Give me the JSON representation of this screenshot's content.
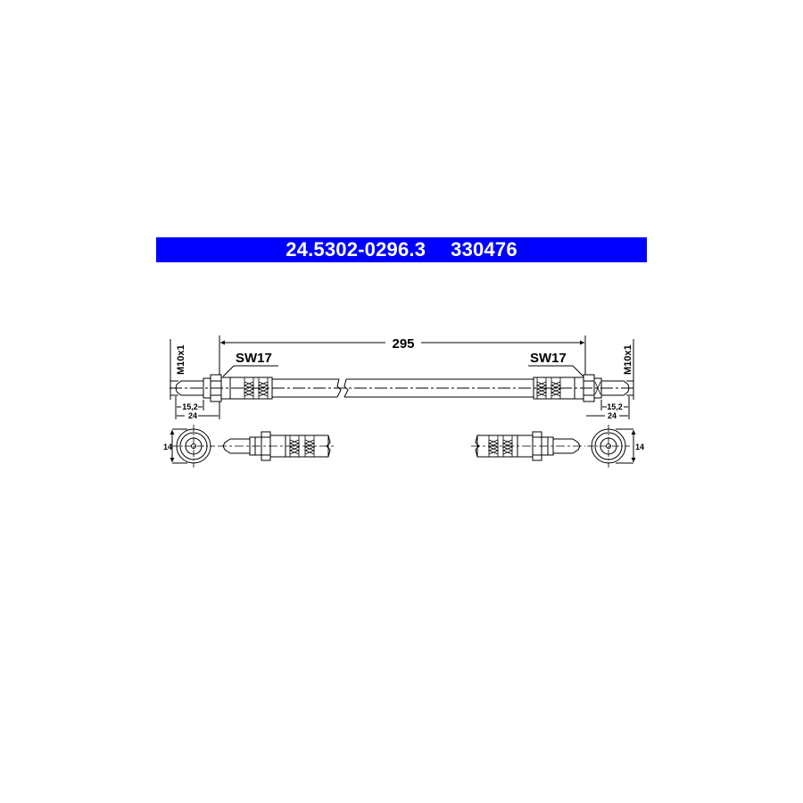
{
  "header": {
    "part_number": "24.5302-0296.3",
    "ref_number": "330476",
    "background_color": "#0000ff",
    "text_color": "#ffffff"
  },
  "drawing": {
    "type": "brake-hose-technical-drawing",
    "overall_length": "295",
    "left_end": {
      "wrench_size": "SW17",
      "thread": "M10x1",
      "dim_inner": "15,2",
      "dim_outer": "24",
      "diameter": "14"
    },
    "right_end": {
      "wrench_size": "SW17",
      "thread": "M10x1",
      "dim_inner": "15,2",
      "dim_outer": "24",
      "diameter": "14"
    },
    "line_color": "#000000"
  }
}
